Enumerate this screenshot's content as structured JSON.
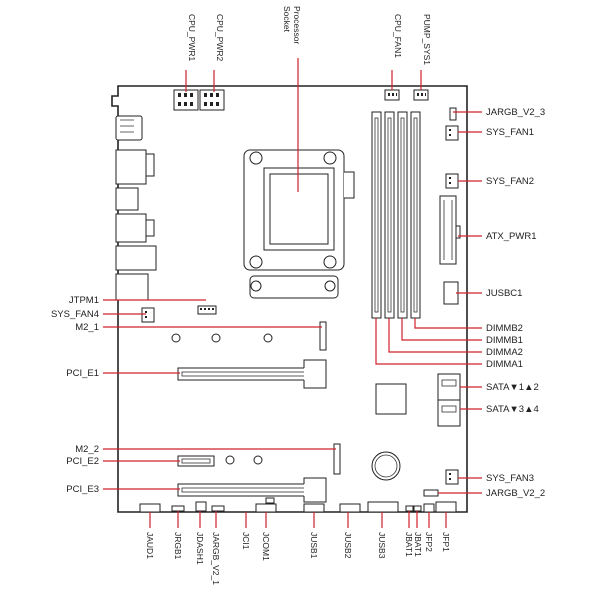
{
  "labels": {
    "top": {
      "cpu_pwr1": "CPU_PWR1",
      "cpu_pwr2": "CPU_PWR2",
      "processor_socket_line1": "Processor",
      "processor_socket_line2": "Socket",
      "cpu_fan1": "CPU_FAN1",
      "pump_sys1": "PUMP_SYS1"
    },
    "right": {
      "jargb_v2_3": "JARGB_V2_3",
      "sys_fan1": "SYS_FAN1",
      "sys_fan2": "SYS_FAN2",
      "atx_pwr1": "ATX_PWR1",
      "jusbc1": "JUSBC1",
      "dimmb2": "DIMMB2",
      "dimmb1": "DIMMB1",
      "dimma2": "DIMMA2",
      "dimma1": "DIMMA1",
      "sata12": "SATA▼1▲2",
      "sata34": "SATA▼3▲4",
      "sys_fan3": "SYS_FAN3",
      "jargb_v2_2": "JARGB_V2_2"
    },
    "left": {
      "jtpm1": "JTPM1",
      "sys_fan4": "SYS_FAN4",
      "m2_1": "M2_1",
      "pci_e1": "PCI_E1",
      "m2_2": "M2_2",
      "pci_e2": "PCI_E2",
      "pci_e3": "PCI_E3"
    },
    "bottom": {
      "jaud1": "JAUD1",
      "jrgb1": "JRGB1",
      "jdash1": "JDASH1",
      "jargb_v2_1": "JARGB_V2_1",
      "jci1": "JCI1",
      "jcom1": "JCOM1",
      "jusb1": "JUSB1",
      "jusb2": "JUSB2",
      "jusb3": "JUSB3",
      "jbat1": "JBAT1",
      "jbat1_2": "JBAT1",
      "jfp2": "JFP2",
      "jfp1": "JFP1"
    }
  },
  "colors": {
    "leader": "#d0212e",
    "outline": "#222222"
  }
}
